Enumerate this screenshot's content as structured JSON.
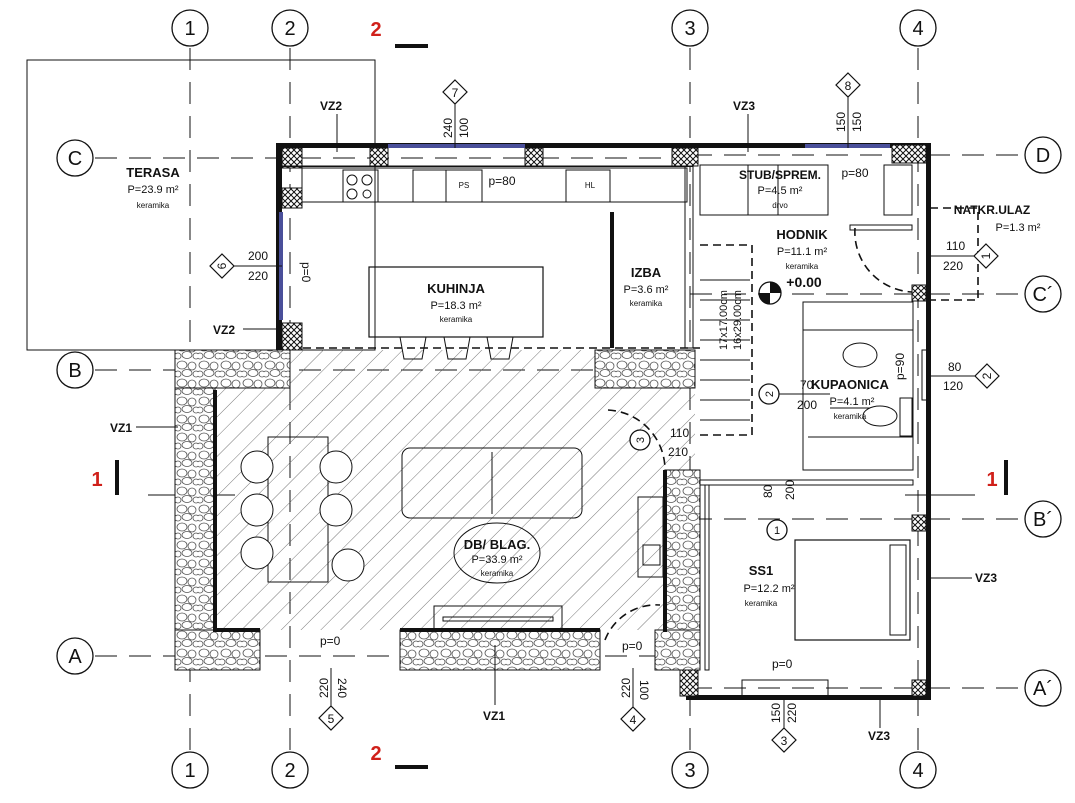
{
  "grid_axes": {
    "columns": [
      "1",
      "2",
      "3",
      "4"
    ],
    "rows_left": [
      "C",
      "B",
      "A"
    ],
    "rows_right": [
      "D",
      "C´",
      "B´",
      "A´"
    ]
  },
  "sections": {
    "vertical": "2",
    "horizontal": "1"
  },
  "rooms": {
    "terasa": {
      "name": "TERASA",
      "area": "P=23.9 m²",
      "floor": "keramika"
    },
    "kuhinja": {
      "name": "KUHINJA",
      "area": "P=18.3 m²",
      "floor": "keramika"
    },
    "izba": {
      "name": "IZBA",
      "area": "P=3.6 m²",
      "floor": "keramika"
    },
    "stub": {
      "name": "STUB/SPREM.",
      "area": "P=4.5 m²",
      "floor": "drvo"
    },
    "hodnik": {
      "name": "HODNIK",
      "area": "P=11.1 m²",
      "floor": "keramika",
      "level": "+0.00"
    },
    "natkr": {
      "name": "NATKR.ULAZ",
      "area": "P=1.3 m²"
    },
    "kupaonica": {
      "name": "KUPAONICA",
      "area": "P=4.1 m²",
      "floor": "keramika"
    },
    "dnevni": {
      "name": "DB/ BLAG.",
      "area": "P=33.9 m²",
      "floor": "keramika"
    },
    "ss1": {
      "name": "SS1",
      "area": "P=12.2 m²",
      "floor": "keramika"
    }
  },
  "kitchen_labels": {
    "ps": "PS",
    "hl": "HL",
    "sill": "p=80"
  },
  "stair_label": {
    "a": "17x17.00cm",
    "b": "16x29.00cm"
  },
  "walls": {
    "vz1": "VZ1",
    "vz2": "VZ2",
    "vz3": "VZ3"
  },
  "windows": [
    {
      "tag": "7",
      "w": "240",
      "h": "100"
    },
    {
      "tag": "8",
      "w": "150",
      "h": "150"
    },
    {
      "tag": "6",
      "w": "200",
      "h": "220",
      "sill": "p=0"
    },
    {
      "tag": "5",
      "w": "240",
      "h": "220",
      "sill": "p=0"
    },
    {
      "tag": "4",
      "w": "100",
      "h": "220",
      "sill": "p=0"
    },
    {
      "tag": "3",
      "w": "150",
      "h": "220",
      "sill": "p=0"
    },
    {
      "tag": "2",
      "w": "80",
      "h": "120",
      "sill": "p=90"
    }
  ],
  "doors": [
    {
      "tag": "1",
      "w": "110",
      "h": "220"
    },
    {
      "tag": "1",
      "w": "80",
      "h": "200"
    },
    {
      "tag": "2",
      "w": "70",
      "h": "200"
    },
    {
      "tag": "3",
      "w": "110",
      "h": "210"
    }
  ],
  "stub_sill": "p=80"
}
